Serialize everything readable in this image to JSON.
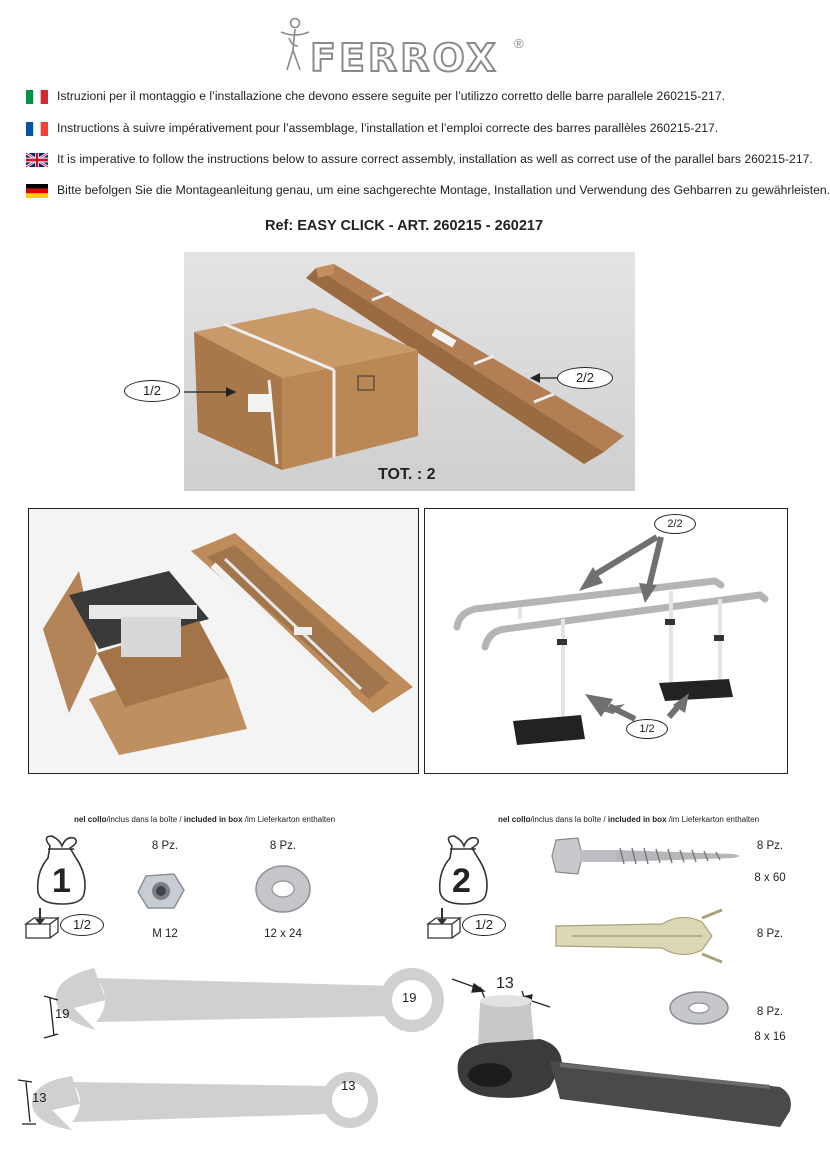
{
  "brand": {
    "name": "FERROX",
    "reg": "®"
  },
  "languages": [
    {
      "flag": "flag-italy-icon",
      "text": "Istruzioni per il montaggio e l’installazione che devono essere seguite per l’utilizzo corretto delle barre parallele 260215-217."
    },
    {
      "flag": "flag-france-icon",
      "text": "Instructions à suivre impérativement pour  l’assemblage, l’installation et l’emploi correcte des barres parallèles 260215-217."
    },
    {
      "flag": "flag-uk-icon",
      "text": "It is imperative to follow the instructions below to assure correct assembly, installation as well as correct use of the parallel bars 260215-217."
    },
    {
      "flag": "flag-germany-icon",
      "text": "Bitte befolgen Sie die Montageanleitung genau, um eine sachgerechte Montage, Installation und Verwendung des Gehbarren zu gewährleisten."
    }
  ],
  "ref": "Ref: EASY CLICK - ART. 260215 - 260217",
  "package_photo": {
    "callout_left": "1/2",
    "callout_right": "2/2",
    "total": "TOT. : 2"
  },
  "product_photo": {
    "callout_top": "2/2",
    "callout_bottom": "1/2"
  },
  "box_note": {
    "it": "nel collo",
    "fr": "/inclus dans la boîte / ",
    "en": "included in box",
    "de": " /im Lieferkarton enthalten"
  },
  "bag1": {
    "number": "1",
    "box_label": "1/2",
    "items": [
      {
        "qty": "8 Pz.",
        "size": "M 12",
        "icon": "nut-icon"
      },
      {
        "qty": "8 Pz.",
        "size": "12 x 24",
        "icon": "washer-icon"
      }
    ]
  },
  "bag2": {
    "number": "2",
    "box_label": "1/2",
    "items": [
      {
        "qty": "8 Pz.",
        "size": "8 x 60",
        "icon": "screw-icon"
      },
      {
        "qty": "8 Pz.",
        "size": "",
        "icon": "wall-plug-icon"
      },
      {
        "qty": "8 Pz.",
        "size": "8 x 16",
        "icon": "washer-icon"
      }
    ]
  },
  "tools": {
    "wrench_large": {
      "left": "19",
      "right": "19"
    },
    "wrench_small": {
      "left": "13",
      "right": "13"
    },
    "socket": "13"
  }
}
